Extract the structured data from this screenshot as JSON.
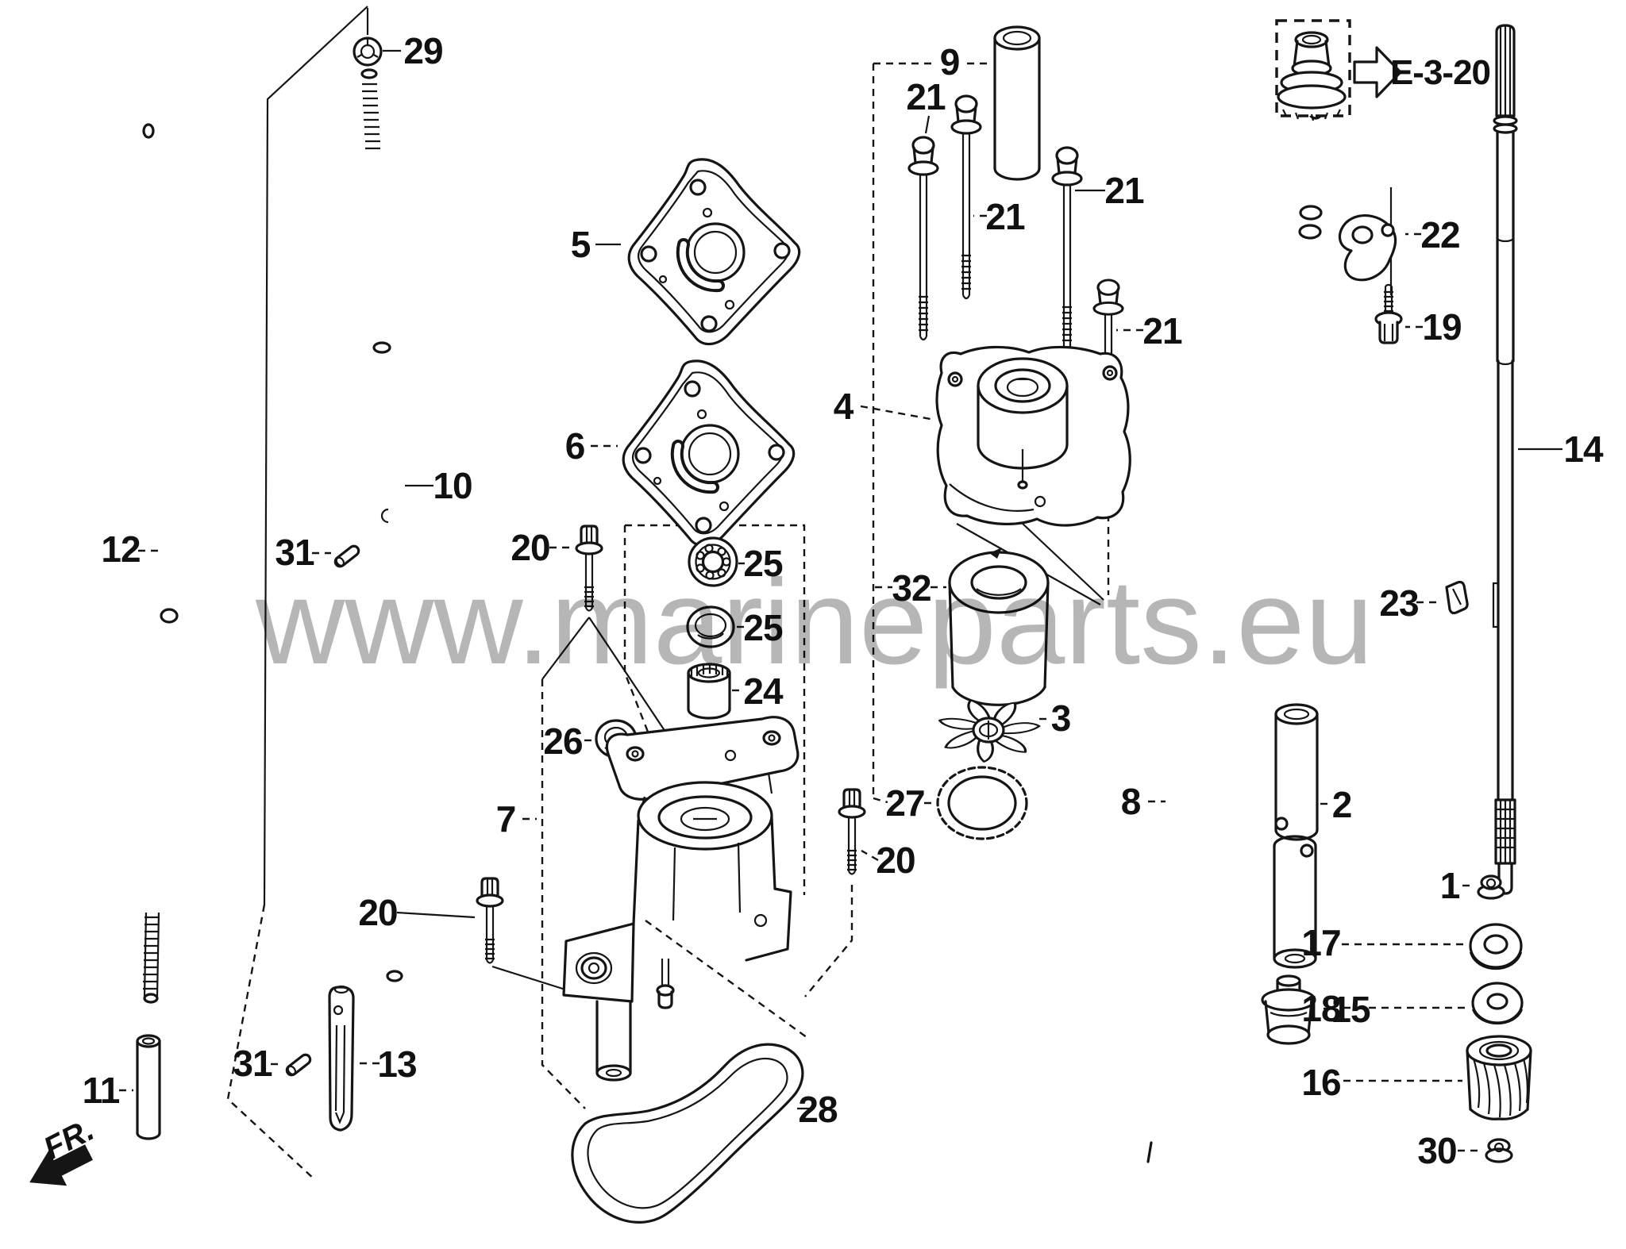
{
  "diagram": {
    "type": "exploded-parts-diagram",
    "subject": "outboard motor water pump and vertical shaft assembly",
    "reference_link": "E-3-20",
    "front_marker": "FR.",
    "watermark": "www.marineparts.eu",
    "callouts": [
      {
        "label": "29"
      },
      {
        "label": "9"
      },
      {
        "label": "21"
      },
      {
        "label": "21"
      },
      {
        "label": "21"
      },
      {
        "label": "21"
      },
      {
        "label": "5"
      },
      {
        "label": "6"
      },
      {
        "label": "4"
      },
      {
        "label": "22"
      },
      {
        "label": "19"
      },
      {
        "label": "10"
      },
      {
        "label": "12"
      },
      {
        "label": "31"
      },
      {
        "label": "20"
      },
      {
        "label": "25"
      },
      {
        "label": "25"
      },
      {
        "label": "24"
      },
      {
        "label": "32"
      },
      {
        "label": "23"
      },
      {
        "label": "14"
      },
      {
        "label": "26"
      },
      {
        "label": "3"
      },
      {
        "label": "7"
      },
      {
        "label": "27"
      },
      {
        "label": "20"
      },
      {
        "label": "8"
      },
      {
        "label": "2"
      },
      {
        "label": "20"
      },
      {
        "label": "13"
      },
      {
        "label": "31"
      },
      {
        "label": "11"
      },
      {
        "label": "28"
      },
      {
        "label": "15"
      },
      {
        "label": "17"
      },
      {
        "label": "18"
      },
      {
        "label": "16"
      },
      {
        "label": "30"
      },
      {
        "label": "1"
      }
    ]
  }
}
